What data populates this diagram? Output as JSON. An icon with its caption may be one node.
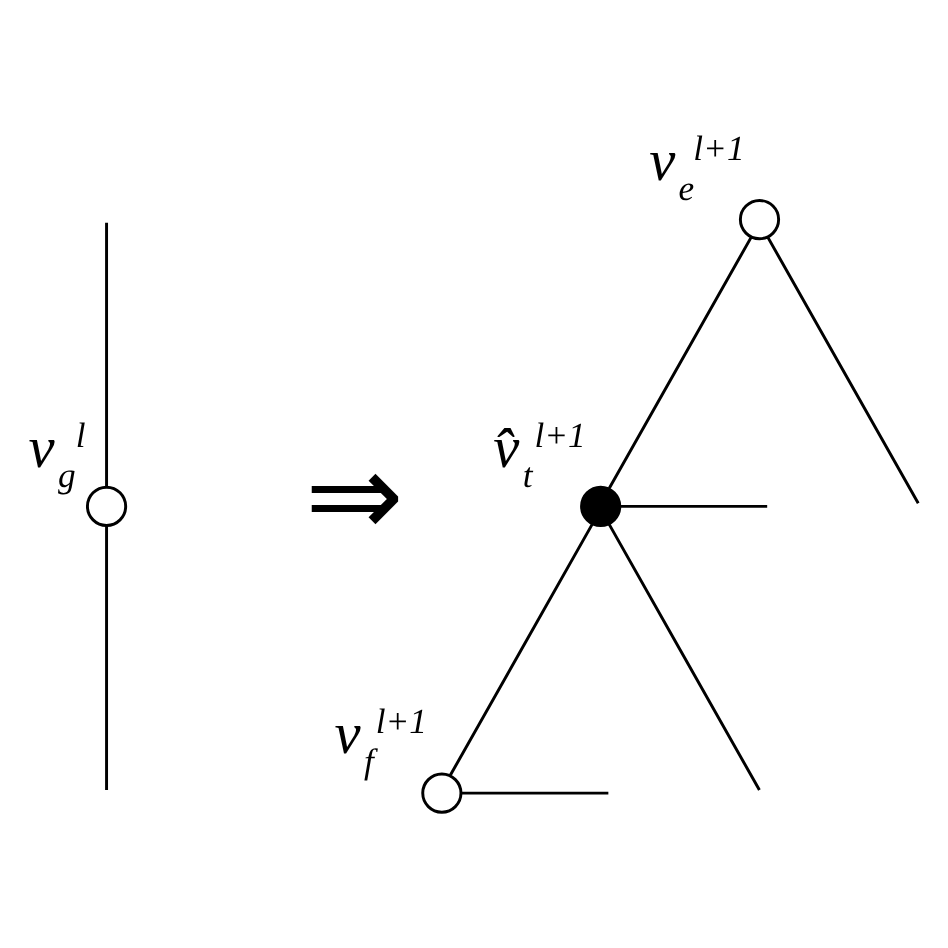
{
  "diagram": {
    "nodes": [
      {
        "text": [],
        "shape": "circle",
        "beside": [
          "v$_{g}$$^{l}$"
        ]
      },
      {
        "text": [],
        "shape": "circle",
        "beside": [
          "v$_{e}$$^{l+1}$"
        ]
      },
      {
        "text": [],
        "shape": "dot",
        "beside": [
          "v̂$_{t}$$^{l+1}$"
        ]
      },
      {
        "text": [],
        "shape": "circle",
        "beside": [
          "v$_{f}$$^{l+1}$"
        ]
      }
    ],
    "edges": [
      {
        "from": null,
        "to": 0,
        "arrow": "none"
      },
      {
        "from": null,
        "to": 0,
        "arrow": "none"
      },
      {
        "from": 1,
        "to": 2,
        "arrow": "none"
      },
      {
        "from": 2,
        "to": 3,
        "arrow": "none"
      },
      {
        "from": 1,
        "to": null,
        "arrow": "none"
      },
      {
        "from": 2,
        "to": null,
        "arrow": "none"
      },
      {
        "from": 2,
        "to": null,
        "arrow": "none"
      },
      {
        "from": 3,
        "to": null,
        "arrow": "none"
      }
    ],
    "labels": [
      "⇒"
    ]
  }
}
